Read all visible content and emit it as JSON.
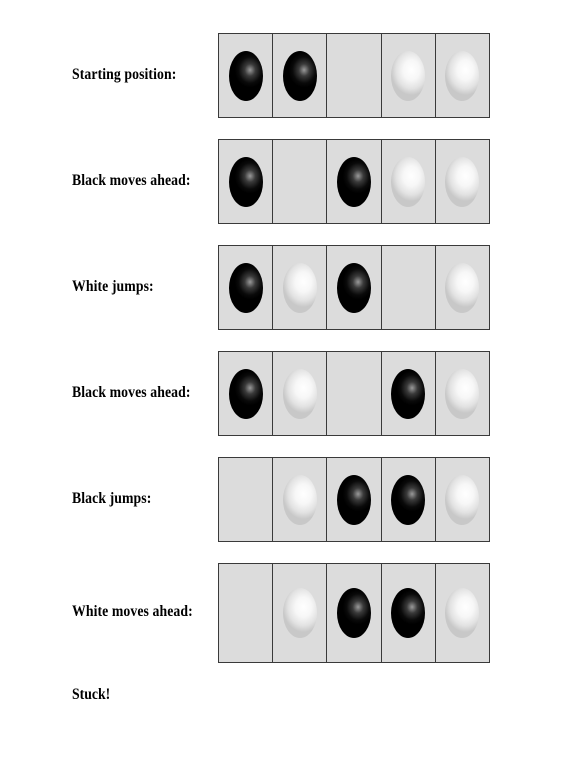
{
  "colors": {
    "cell": "#dcdcdc",
    "border": "#3a3a3a",
    "black_piece": "#000000",
    "white_piece": "#ffffff"
  },
  "steps": [
    {
      "label": "Starting position:",
      "cells": [
        "black",
        "black",
        "empty",
        "white",
        "white"
      ]
    },
    {
      "label": "Black moves ahead:",
      "cells": [
        "black",
        "empty",
        "black",
        "white",
        "white"
      ]
    },
    {
      "label": "White jumps:",
      "cells": [
        "black",
        "white",
        "black",
        "empty",
        "white"
      ]
    },
    {
      "label": "Black moves ahead:",
      "cells": [
        "black",
        "white",
        "empty",
        "black",
        "white"
      ]
    },
    {
      "label": "Black jumps:",
      "cells": [
        "empty",
        "white",
        "black",
        "black",
        "white"
      ]
    },
    {
      "label": "White moves ahead:",
      "cells": [
        "empty",
        "white",
        "black",
        "black",
        "white"
      ]
    }
  ],
  "final_label": "Stuck!"
}
